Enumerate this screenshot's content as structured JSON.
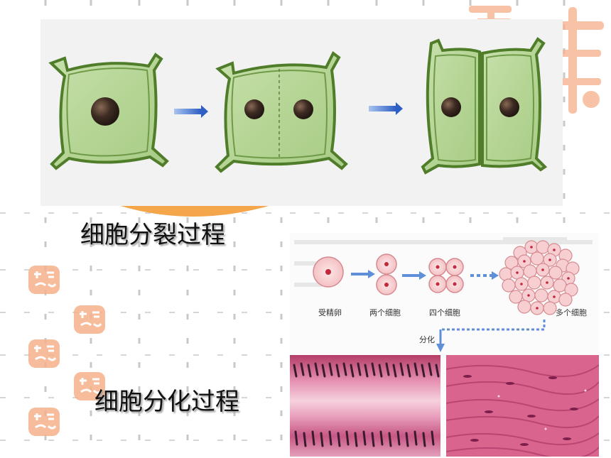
{
  "division": {
    "caption": "细胞分裂过程"
  },
  "differentiation": {
    "caption": "细胞分化过程",
    "stages": {
      "zygote": "受精卵",
      "two_cells": "两个细胞",
      "four_cells": "四个细胞",
      "many_cells": "多个细胞"
    },
    "branch_label": "分化"
  },
  "colors": {
    "cell_wall": "#4f7d2a",
    "cytoplasm": "#b9d69a",
    "nucleus": "#3a2a22",
    "arrow": "#3f6fd0",
    "tissue_pink": "#d9658f"
  }
}
